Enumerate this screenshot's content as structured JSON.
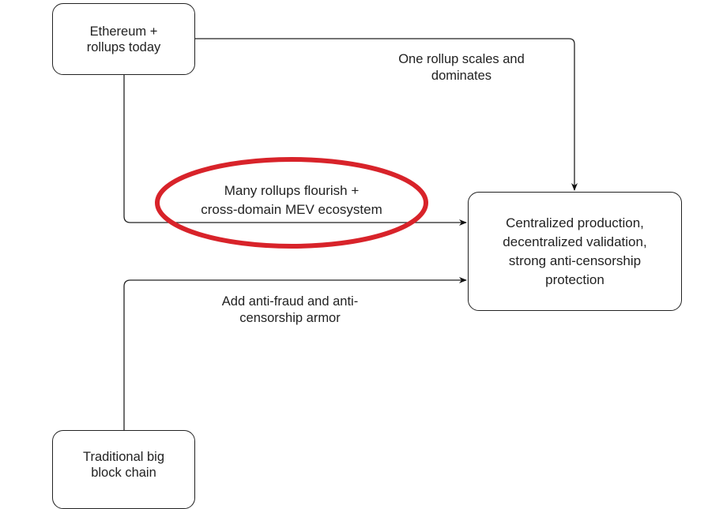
{
  "nodes": {
    "ethereum": {
      "line1": "Ethereum +",
      "line2": "rollups today"
    },
    "outcome": {
      "line1": "Centralized production,",
      "line2": "decentralized validation,",
      "line3": "strong anti-censorship",
      "line4": "protection"
    },
    "bigblock": {
      "line1": "Traditional big",
      "line2": "block chain"
    }
  },
  "edges": {
    "one_rollup": {
      "line1": "One rollup scales and",
      "line2": "dominates"
    },
    "many_rollups": {
      "line1": "Many rollups flourish +",
      "line2": "cross-domain MEV ecosystem"
    },
    "armor": {
      "line1": "Add anti-fraud and anti-",
      "line2": "censorship armor"
    }
  },
  "colors": {
    "highlight": "#d8232a",
    "stroke": "#222222"
  }
}
